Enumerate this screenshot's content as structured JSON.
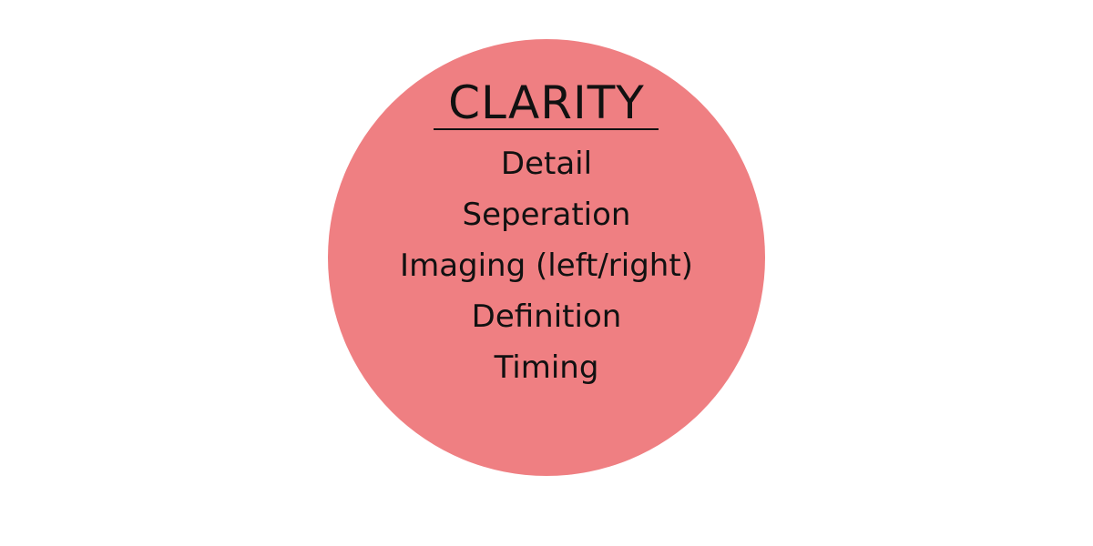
{
  "diagram": {
    "title": "CLARITY",
    "fill_color": "#EF7F82",
    "items": [
      "Detail",
      "Seperation",
      "Imaging (left/right)",
      "Definition",
      "Timing"
    ]
  }
}
